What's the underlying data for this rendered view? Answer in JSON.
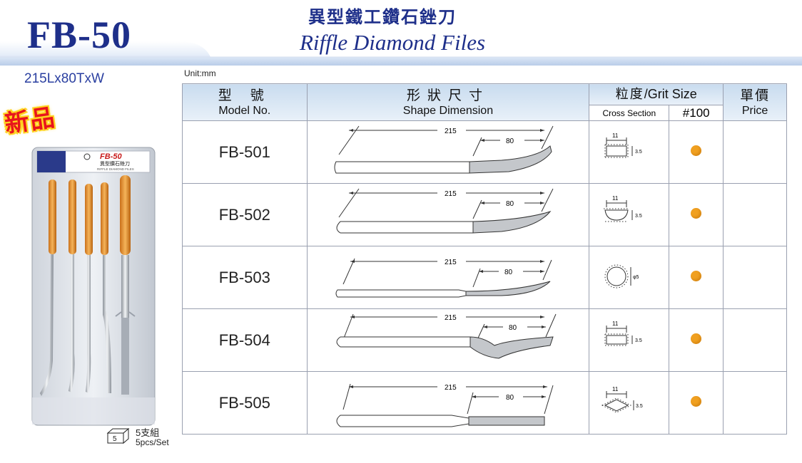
{
  "header": {
    "model": "FB-50",
    "title_cn": "異型鐵工鑽石銼刀",
    "title_en": "Riffle Diamond Files"
  },
  "size": "215Lx80TxW",
  "unit": "Unit:mm",
  "new_badge": "新品",
  "package": {
    "brand": "FB-50",
    "cn": "異型鑽石銼刀",
    "en": "RIFFLE DIAMOND FILES"
  },
  "set": {
    "count": "5",
    "cn": "5支組",
    "en": "5pcs/Set"
  },
  "table": {
    "model_cn": "型 號",
    "model_en": "Model No.",
    "shape_cn": "形狀尺寸",
    "shape_en": "Shape Dimension",
    "grit_cn": "粒度",
    "grit_sep": "/",
    "grit_en": "Grit Size",
    "price_cn": "單價",
    "price_en": "Price",
    "cross_section": "Cross Section",
    "grit_value": "#100",
    "length_total": "215",
    "length_tip": "80",
    "rows": [
      {
        "model": "FB-501",
        "section": "rect",
        "w": "11",
        "t": "3.5"
      },
      {
        "model": "FB-502",
        "section": "half",
        "w": "11",
        "t": "3.5"
      },
      {
        "model": "FB-503",
        "section": "round",
        "d": "φ5"
      },
      {
        "model": "FB-504",
        "section": "rect",
        "w": "11",
        "t": "3.5"
      },
      {
        "model": "FB-505",
        "section": "diamond",
        "w": "11",
        "t": "3.5"
      }
    ]
  },
  "colors": {
    "brand_blue": "#1e2f8a",
    "header_grad": "#c9dcef",
    "dot": "#f0a020",
    "badge_red": "#e8141c"
  }
}
